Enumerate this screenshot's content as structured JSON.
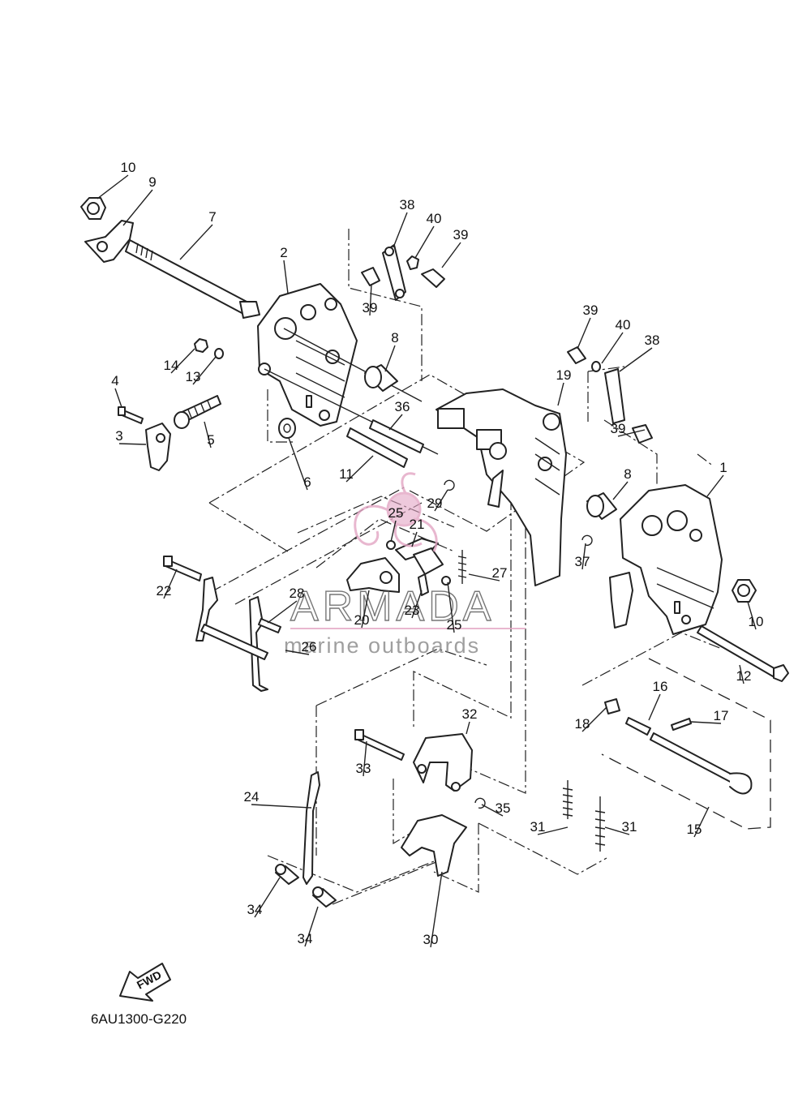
{
  "diagram": {
    "code": "6AU1300-G220",
    "fwd_label": "FWD",
    "callouts": [
      "10",
      "9",
      "7",
      "2",
      "38",
      "40",
      "39",
      "39",
      "39",
      "40",
      "38",
      "14",
      "13",
      "8",
      "19",
      "4",
      "36",
      "3",
      "5",
      "6",
      "11",
      "39",
      "8",
      "1",
      "29",
      "25",
      "21",
      "27",
      "37",
      "22",
      "28",
      "20",
      "23",
      "25",
      "10",
      "26",
      "12",
      "32",
      "16",
      "17",
      "18",
      "33",
      "24",
      "35",
      "31",
      "31",
      "15",
      "34",
      "34",
      "30"
    ]
  },
  "watermark": {
    "title": "ARMADA",
    "subtitle": "marine outboards",
    "accent_color": "#e3a6c4"
  }
}
